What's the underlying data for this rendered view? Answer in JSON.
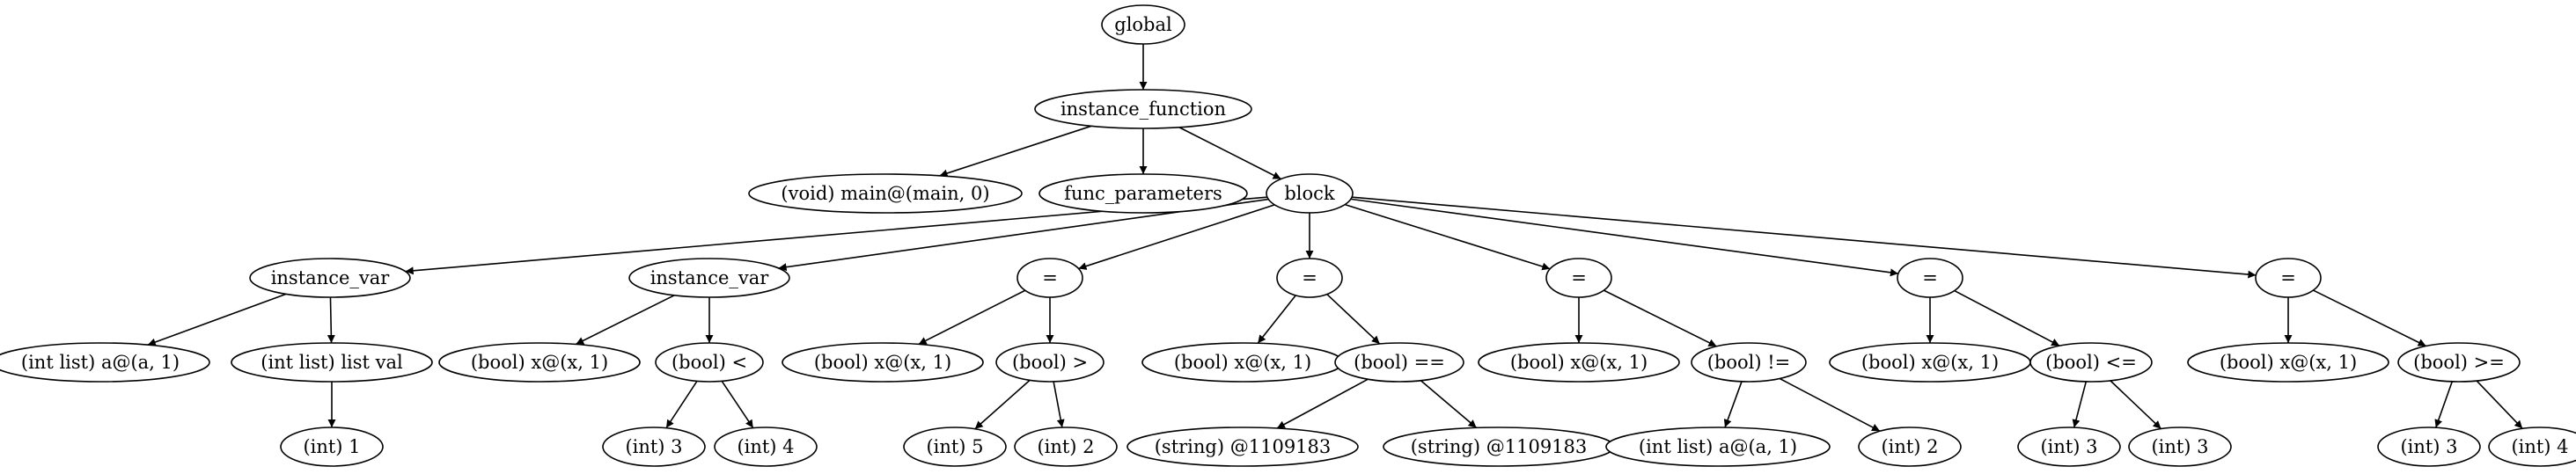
{
  "tree": {
    "nodes": [
      {
        "id": "n0",
        "label": "global"
      },
      {
        "id": "n1",
        "label": "instance_function"
      },
      {
        "id": "n2",
        "label": "(void) main@(main, 0)"
      },
      {
        "id": "n3",
        "label": "func_parameters"
      },
      {
        "id": "n4",
        "label": "block"
      },
      {
        "id": "n5",
        "label": "instance_var"
      },
      {
        "id": "n6",
        "label": "(int list) a@(a, 1)"
      },
      {
        "id": "n7",
        "label": "(int list) list val"
      },
      {
        "id": "n8",
        "label": "(int) 1"
      },
      {
        "id": "n9",
        "label": "instance_var"
      },
      {
        "id": "n10",
        "label": "(bool) x@(x, 1)"
      },
      {
        "id": "n11",
        "label": "(bool) <"
      },
      {
        "id": "n12",
        "label": "(int) 3"
      },
      {
        "id": "n13",
        "label": "(int) 4"
      },
      {
        "id": "n14",
        "label": "="
      },
      {
        "id": "n15",
        "label": "(bool) x@(x, 1)"
      },
      {
        "id": "n16",
        "label": "(bool) >"
      },
      {
        "id": "n17",
        "label": "(int) 5"
      },
      {
        "id": "n18",
        "label": "(int) 2"
      },
      {
        "id": "n19",
        "label": "="
      },
      {
        "id": "n20",
        "label": "(bool) x@(x, 1)"
      },
      {
        "id": "n21",
        "label": "(bool) =="
      },
      {
        "id": "n22",
        "label": "(string) @1109183"
      },
      {
        "id": "n23",
        "label": "(string) @1109183"
      },
      {
        "id": "n24",
        "label": "="
      },
      {
        "id": "n25",
        "label": "(bool) x@(x, 1)"
      },
      {
        "id": "n26",
        "label": "(bool) !="
      },
      {
        "id": "n27",
        "label": "(int list) a@(a, 1)"
      },
      {
        "id": "n28",
        "label": "(int) 2"
      },
      {
        "id": "n29",
        "label": "="
      },
      {
        "id": "n30",
        "label": "(bool) x@(x, 1)"
      },
      {
        "id": "n31",
        "label": "(bool) <="
      },
      {
        "id": "n32",
        "label": "(int) 3"
      },
      {
        "id": "n33",
        "label": "(int) 3"
      },
      {
        "id": "n34",
        "label": "="
      },
      {
        "id": "n35",
        "label": "(bool) x@(x, 1)"
      },
      {
        "id": "n36",
        "label": "(bool) >="
      },
      {
        "id": "n37",
        "label": "(int) 3"
      },
      {
        "id": "n38",
        "label": "(int) 4"
      }
    ],
    "edges": [
      [
        "n0",
        "n1"
      ],
      [
        "n1",
        "n2"
      ],
      [
        "n1",
        "n3"
      ],
      [
        "n1",
        "n4"
      ],
      [
        "n4",
        "n5"
      ],
      [
        "n4",
        "n9"
      ],
      [
        "n4",
        "n14"
      ],
      [
        "n4",
        "n19"
      ],
      [
        "n4",
        "n24"
      ],
      [
        "n4",
        "n29"
      ],
      [
        "n4",
        "n34"
      ],
      [
        "n5",
        "n6"
      ],
      [
        "n5",
        "n7"
      ],
      [
        "n7",
        "n8"
      ],
      [
        "n9",
        "n10"
      ],
      [
        "n9",
        "n11"
      ],
      [
        "n11",
        "n12"
      ],
      [
        "n11",
        "n13"
      ],
      [
        "n14",
        "n15"
      ],
      [
        "n14",
        "n16"
      ],
      [
        "n16",
        "n17"
      ],
      [
        "n16",
        "n18"
      ],
      [
        "n19",
        "n20"
      ],
      [
        "n19",
        "n21"
      ],
      [
        "n21",
        "n22"
      ],
      [
        "n21",
        "n23"
      ],
      [
        "n24",
        "n25"
      ],
      [
        "n24",
        "n26"
      ],
      [
        "n26",
        "n27"
      ],
      [
        "n26",
        "n28"
      ],
      [
        "n29",
        "n30"
      ],
      [
        "n29",
        "n31"
      ],
      [
        "n31",
        "n32"
      ],
      [
        "n31",
        "n33"
      ],
      [
        "n34",
        "n35"
      ],
      [
        "n34",
        "n36"
      ],
      [
        "n36",
        "n37"
      ],
      [
        "n36",
        "n38"
      ]
    ]
  }
}
